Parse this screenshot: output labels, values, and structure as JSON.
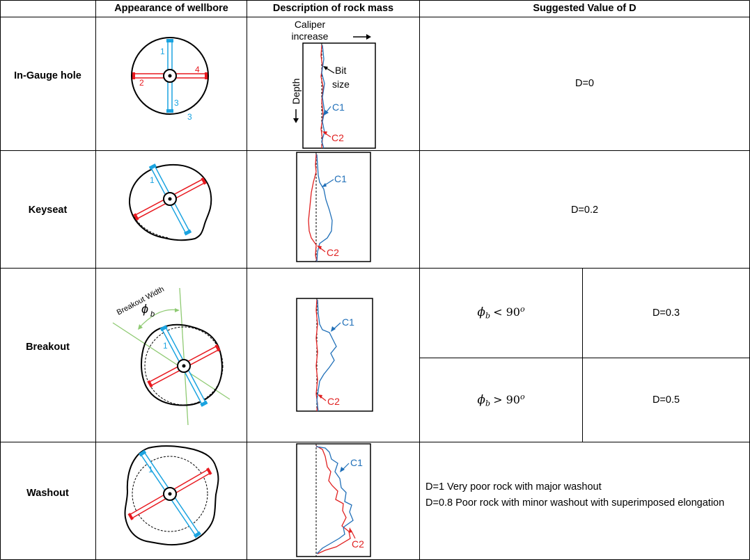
{
  "headers": {
    "col1": "",
    "col2": "Appearance of wellbore",
    "col3": "Description of rock mass",
    "col4": "Suggested Value of D"
  },
  "rows": [
    {
      "label": "In-Gauge hole",
      "d_value": "D=0"
    },
    {
      "label": "Keyseat",
      "d_value": "D=0.2"
    },
    {
      "label": "Breakout",
      "sub_rows": [
        {
          "phi_symbol": "ϕ",
          "phi_sub": "b",
          "condition": "< 90",
          "degree": "o",
          "d_value": "D=0.3"
        },
        {
          "phi_symbol": "ϕ",
          "phi_sub": "b",
          "condition": "> 90",
          "degree": "o",
          "d_value": "D=0.5"
        }
      ]
    },
    {
      "label": "Washout",
      "d_lines": [
        "D=1 Very poor rock with major washout",
        "D=0.8 Poor rock with minor washout with superimposed elongation"
      ]
    }
  ],
  "diagram_labels": {
    "caliper_line1": "Caliper",
    "caliper_line2": "increase",
    "caliper_arrow": "→",
    "depth": "Depth",
    "bit_line1": "Bit",
    "bit_line2": "size",
    "c1": "C1",
    "c2": "C2",
    "arm1": "1",
    "arm2": "2",
    "arm3": "3",
    "arm4": "4",
    "breakout_width": "Breakout Width",
    "breakout_phi": "ϕ",
    "breakout_phi_sub": "b"
  },
  "colors": {
    "blue": "#1aa3e0",
    "red": "#e8191f",
    "c1_blue": "#1f6fb8",
    "c2_red": "#e02020",
    "green": "#8fca73",
    "grid": "#000000"
  }
}
